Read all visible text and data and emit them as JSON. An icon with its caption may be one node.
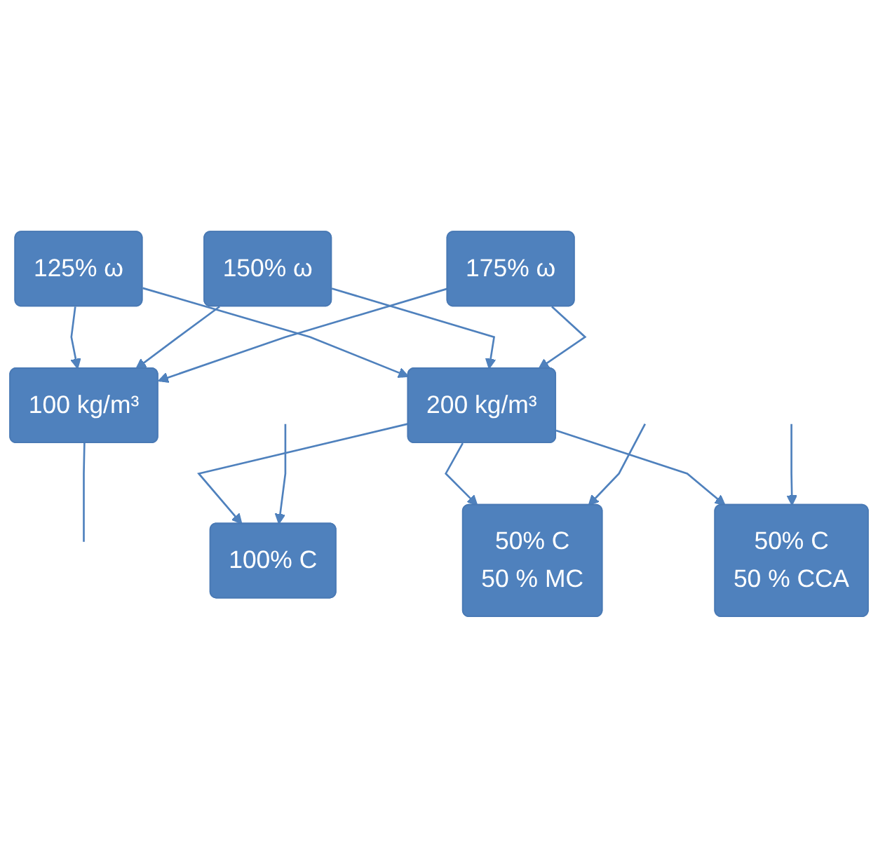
{
  "diagram": {
    "nodes": [
      {
        "text": [
          "125% ω"
        ]
      },
      {
        "text": [
          "150% ω"
        ]
      },
      {
        "text": [
          "175% ω"
        ]
      },
      {
        "text": [
          "100 kg/m³"
        ]
      },
      {
        "text": [
          "200 kg/m³"
        ]
      },
      {
        "text": [
          "100% C"
        ]
      },
      {
        "text": [
          "50% C",
          "50 % MC"
        ]
      },
      {
        "text": [
          "50% C",
          "50 % CCA"
        ]
      }
    ],
    "edges": [
      {
        "from": 0,
        "to": 3,
        "arrow": "to"
      },
      {
        "from": 0,
        "to": 4,
        "arrow": "to"
      },
      {
        "from": 1,
        "to": 3,
        "arrow": "to"
      },
      {
        "from": 1,
        "to": 4,
        "arrow": "to"
      },
      {
        "from": 2,
        "to": 3,
        "arrow": "to"
      },
      {
        "from": 2,
        "to": 4,
        "arrow": "to"
      },
      {
        "from": 4,
        "to": 5,
        "arrow": "to"
      },
      {
        "from": 4,
        "to": 6,
        "arrow": "to"
      },
      {
        "from": 4,
        "to": 7,
        "arrow": "to"
      },
      {
        "from": 3,
        "to": null,
        "arrow": "none"
      },
      {
        "from": null,
        "to": 5,
        "arrow": "to"
      },
      {
        "from": null,
        "to": 6,
        "arrow": "to"
      },
      {
        "from": null,
        "to": 7,
        "arrow": "to"
      }
    ]
  }
}
